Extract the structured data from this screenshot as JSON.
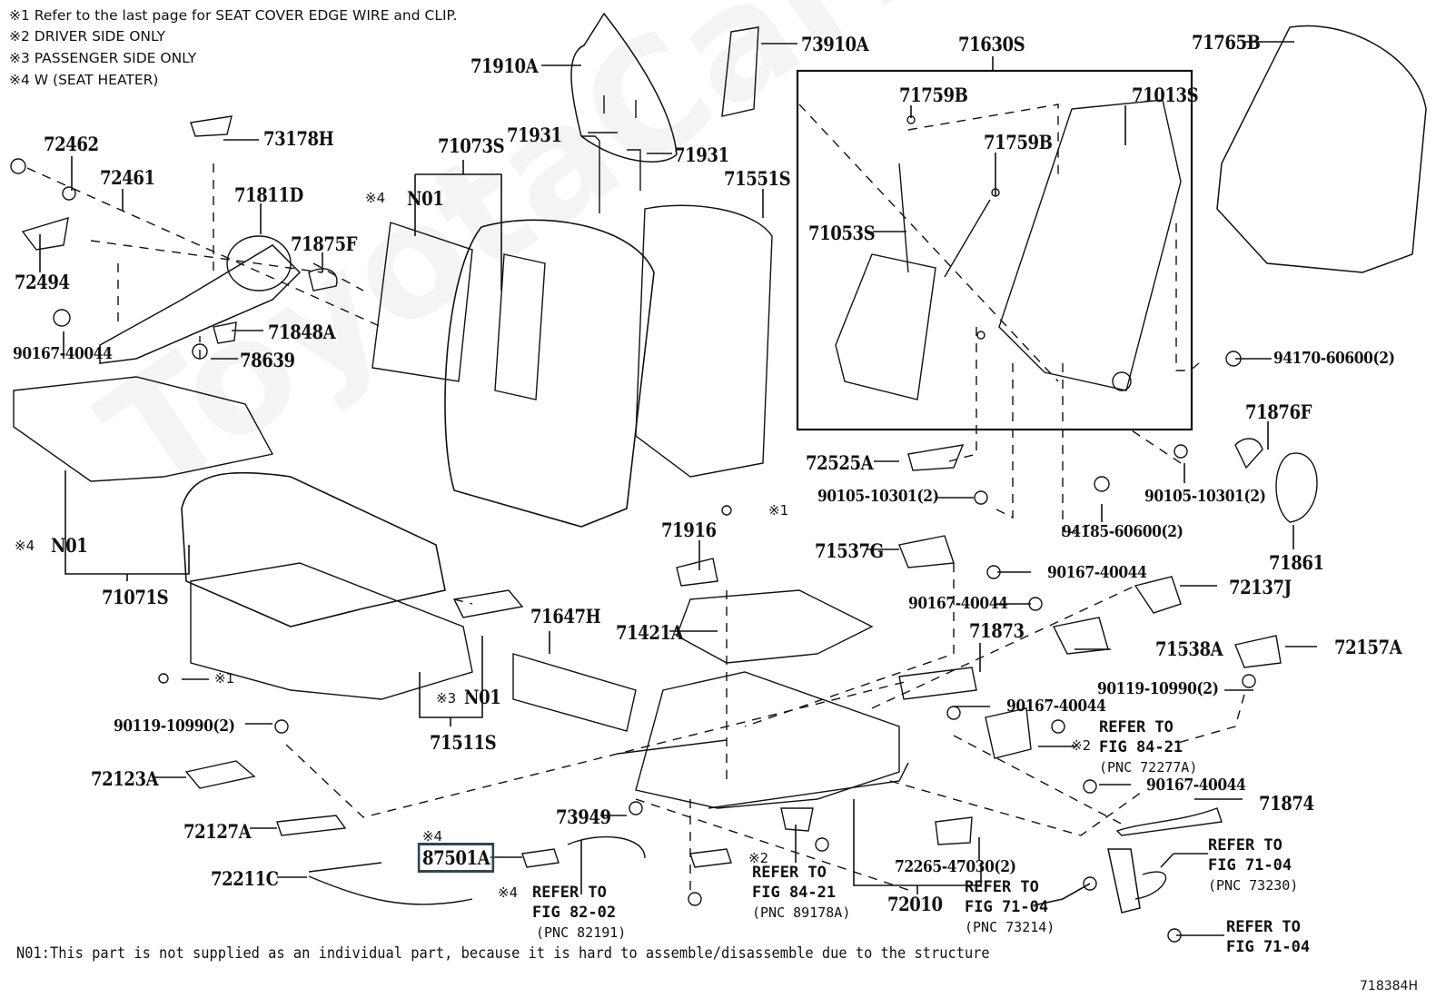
{
  "notes": [
    "※1  Refer to the last page for SEAT COVER EDGE WIRE and CLIP.",
    "※2  DRIVER SIDE ONLY",
    "※3  PASSENGER  SIDE  ONLY",
    "※4  W (SEAT  HEATER)"
  ],
  "watermark": "ToyotaCarMine.ru",
  "figure_id": "718384H",
  "footnote": "N01:This part is not supplied as an individual part, because it is hard to assemble/disassemble due to the structure",
  "selected_part": "87501A",
  "colors": {
    "selection_outline": "#2e4654",
    "line": "#111111"
  },
  "parts": {
    "p71910A": "71910A",
    "p73910A": "73910A",
    "p71630S": "71630S",
    "p71765B": "71765B",
    "p72462": "72462",
    "p73178H": "73178H",
    "p72461": "72461",
    "p71811D": "71811D",
    "p71875F": "71875F",
    "p72494": "72494",
    "p90167_a": "90167-40044",
    "p71848A": "71848A",
    "p78639": "78639",
    "p71931_a": "71931",
    "p71931_b": "71931",
    "p71073S": "71073S",
    "p71551S": "71551S",
    "p71759B_a": "71759B",
    "p71759B_b": "71759B",
    "p71013S": "71013S",
    "p71053S": "71053S",
    "p94170": "94170-60600(2)",
    "p71876F": "71876F",
    "p72525A": "72525A",
    "p90105_a": "90105-10301(2)",
    "p90105_b": "90105-10301(2)",
    "p94185": "94185-60600(2)",
    "p71861": "71861",
    "p71916": "71916",
    "p71537G": "71537G",
    "p90167_b": "90167-40044",
    "p90167_c": "90167-40044",
    "p72137J": "72137J",
    "p71647H": "71647H",
    "p71421A": "71421A",
    "p71873": "71873",
    "p71538A": "71538A",
    "p72157A": "72157A",
    "p90167_d": "90167-40044",
    "p90119_a": "90119-10990(2)",
    "p90119_b": "90119-10990(2)",
    "p90167_e": "90167-40044",
    "p71874": "71874",
    "p71071S": "71071S",
    "p71511S": "71511S",
    "p72123A": "72123A",
    "p72127A": "72127A",
    "p72211C": "72211C",
    "p87501A": "87501A",
    "p73949": "73949",
    "p72265": "72265-47030(2)",
    "p72010": "72010",
    "n01_a": "N01",
    "n01_b": "N01",
    "n01_c": "N01"
  },
  "marks": {
    "m4_a": "※4",
    "m4_b": "※4",
    "m3": "※3",
    "m4_c": "※4",
    "m4_d": "※4",
    "m1_a": "※1",
    "m1_b": "※1",
    "m2_a": "※2",
    "m2_b": "※2"
  },
  "refs": {
    "r_fig8421_a": {
      "l1": "REFER TO",
      "l2": "FIG 84-21",
      "pnc": "(PNC 72277A)"
    },
    "r_fig8202": {
      "l1": "REFER TO",
      "l2": "FIG 82-02",
      "pnc": "(PNC 82191)"
    },
    "r_fig8421_b": {
      "l1": "REFER TO",
      "l2": "FIG 84-21",
      "pnc": "(PNC 89178A)"
    },
    "r_fig7104_a": {
      "l1": "REFER TO",
      "l2": "FIG 71-04",
      "pnc": "(PNC 73214)"
    },
    "r_fig7104_b": {
      "l1": "REFER TO",
      "l2": "FIG 71-04",
      "pnc": "(PNC 73230)"
    },
    "r_fig7104_c": {
      "l1": "REFER TO",
      "l2": "FIG 71-04"
    }
  }
}
